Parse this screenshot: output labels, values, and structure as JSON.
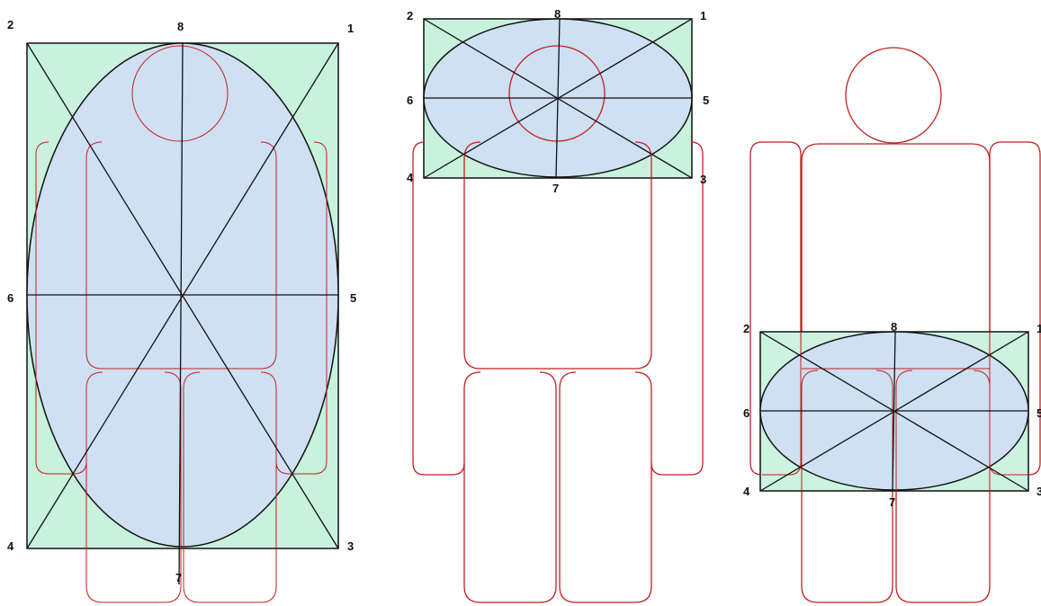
{
  "colors": {
    "box_fill": "#c8f2dc",
    "ellipse_fill": "#cfe0f3",
    "figure_stroke": "#c21f1f",
    "outline_stroke": "#111111"
  },
  "panels": [
    {
      "name": "panel-full-body",
      "labels": {
        "p1": "1",
        "p2": "2",
        "p3": "3",
        "p4": "4",
        "p5": "5",
        "p6": "6",
        "p7": "7",
        "p8": "8"
      }
    },
    {
      "name": "panel-upper-body",
      "labels": {
        "p1": "1",
        "p2": "2",
        "p3": "3",
        "p4": "4",
        "p5": "5",
        "p6": "6",
        "p7": "7",
        "p8": "8"
      }
    },
    {
      "name": "panel-lower-body",
      "labels": {
        "p1": "1",
        "p2": "2",
        "p3": "3",
        "p4": "4",
        "p5": "5",
        "p6": "6",
        "p7": "7",
        "p8": "8"
      }
    }
  ]
}
